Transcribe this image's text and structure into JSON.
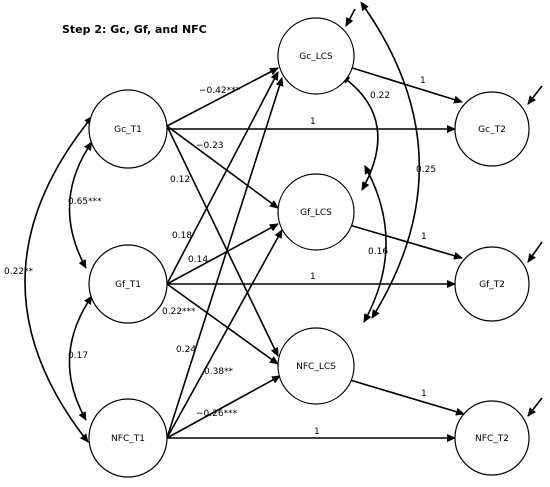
{
  "title": "Step 2: Gc, Gf, and NFC",
  "nodes": {
    "gc_t1": "Gc_T1",
    "gf_t1": "Gf_T1",
    "nfc_t1": "NFC_T1",
    "gc_lcs": "Gc_LCS",
    "gf_lcs": "Gf_LCS",
    "nfc_lcs": "NFC_LCS",
    "gc_t2": "Gc_T2",
    "gf_t2": "Gf_T2",
    "nfc_t2": "NFC_T2"
  },
  "labels": {
    "gc_t1_gc_lcs": "−0.42***",
    "gc_t1_gf_lcs": "−0.23",
    "gc_t1_nfc_lcs": "0.12",
    "gf_t1_gc_lcs": "0.18",
    "gf_t1_gf_lcs": "0.14",
    "gf_t1_nfc_lcs": "0.22***",
    "nfc_t1_gc_lcs": "0.24",
    "nfc_t1_gf_lcs": "0.38**",
    "nfc_t1_nfc_lcs": "−0.26***",
    "gc_t1_gc_t2": "1",
    "gf_t1_gf_t2": "1",
    "nfc_t1_nfc_t2": "1",
    "gc_lcs_gc_t2": "1",
    "gf_lcs_gf_t2": "1",
    "nfc_lcs_nfc_t2": "1",
    "cov_gc_gf_t1": "0.65***",
    "cov_gf_nfc_t1": "0.17",
    "cov_gc_nfc_t1": "0.22**",
    "cov_gc_gf_lcs": "0.22",
    "cov_gf_nfc_lcs": "0.16",
    "cov_gc_nfc_lcs": "0.25"
  }
}
